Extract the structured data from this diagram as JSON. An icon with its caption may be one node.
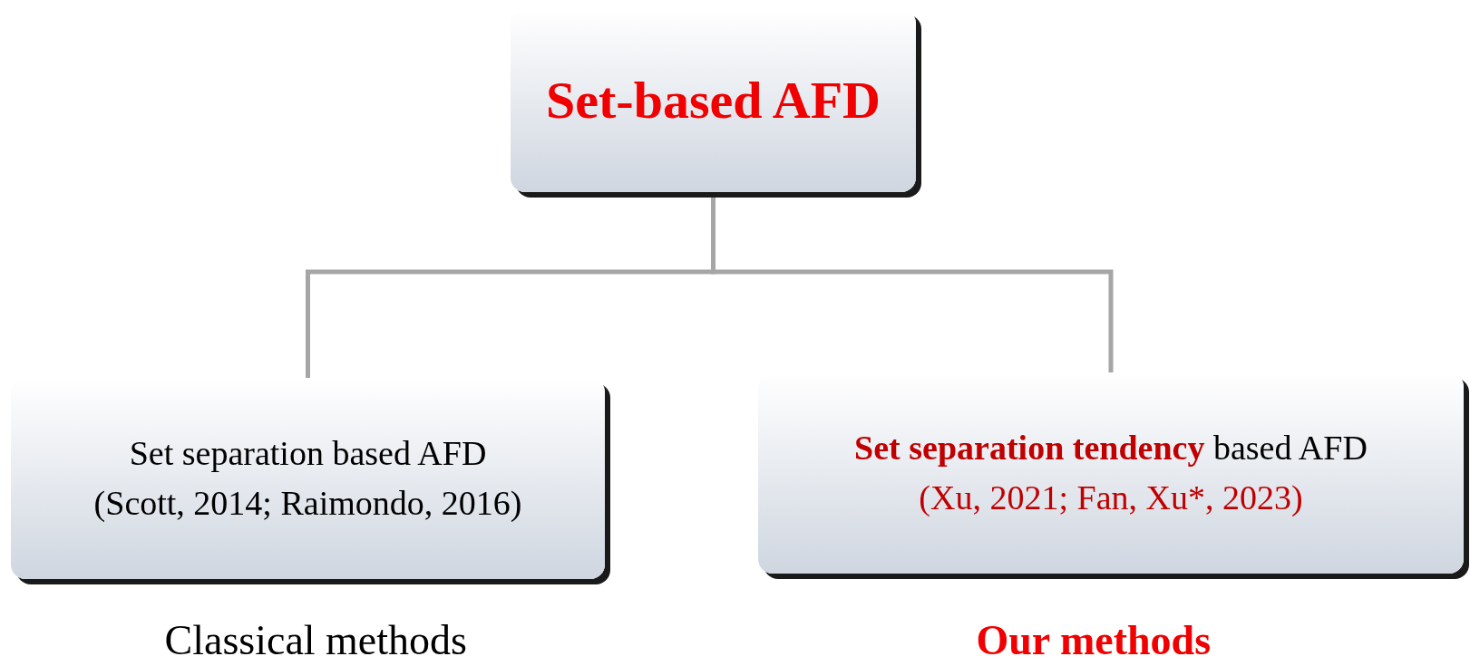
{
  "diagram": {
    "nodes": [
      {
        "text": [
          "Set-based AFD"
        ]
      },
      {
        "text": [
          "Set separation based AFD",
          "(Scott, 2014; Raimondo, 2016)"
        ],
        "beside": [
          "Classical methods"
        ]
      },
      {
        "text": [
          "**Set separation tendency** based AFD",
          "(Xu, 2021; Fan, Xu*, 2023)"
        ],
        "beside": [
          "Our methods"
        ]
      }
    ],
    "edges": [
      {
        "from": 0,
        "to": 1,
        "arrow": "none"
      },
      {
        "from": 0,
        "to": 2,
        "arrow": "none"
      }
    ]
  }
}
